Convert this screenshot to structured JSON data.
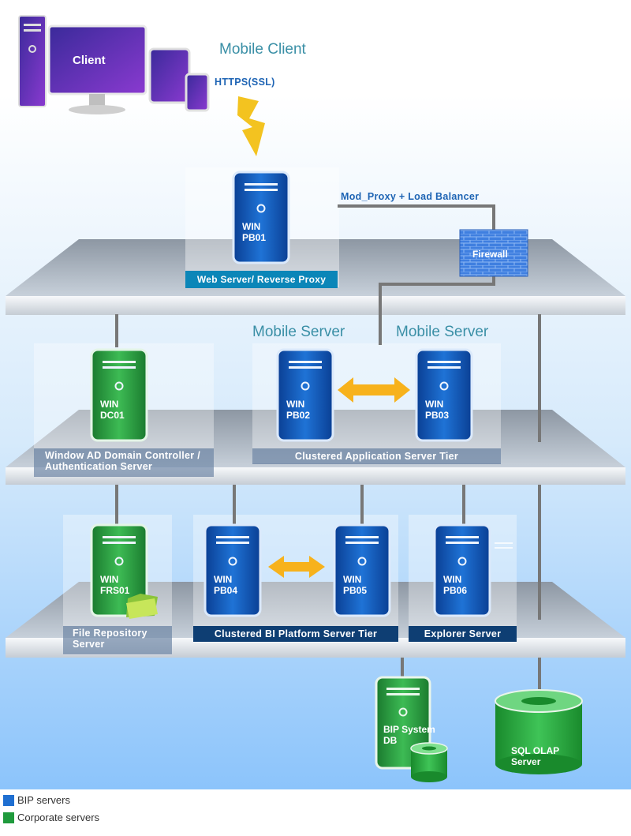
{
  "client": {
    "screen_label": "Client",
    "mobile_title": "Mobile Client",
    "protocol": "HTTPS(SSL)"
  },
  "web_tier": {
    "proxy_link": "Mod_Proxy + Load Balancer",
    "firewall_label": "Firewall",
    "label": "Web Server/ Reverse Proxy"
  },
  "app_tier": {
    "mobile_server_1": "Mobile Server",
    "mobile_server_2": "Mobile Server",
    "ad_label": "Window AD Domain Controller / Authentication Server",
    "cluster_label": "Clustered Application Server Tier"
  },
  "bi_tier": {
    "frs_label": "File Repository Server",
    "cluster_label": "Clustered BI Platform Server Tier",
    "explorer_label": "Explorer Server"
  },
  "servers": {
    "pb01": {
      "line1": "WIN",
      "line2": "PB01",
      "kind": "bip"
    },
    "dc01": {
      "line1": "WIN",
      "line2": "DC01",
      "kind": "corporate"
    },
    "pb02": {
      "line1": "WIN",
      "line2": "PB02",
      "kind": "bip"
    },
    "pb03": {
      "line1": "WIN",
      "line2": "PB03",
      "kind": "bip"
    },
    "frs01": {
      "line1": "WIN",
      "line2": "FRS01",
      "kind": "corporate"
    },
    "pb04": {
      "line1": "WIN",
      "line2": "PB04",
      "kind": "bip"
    },
    "pb05": {
      "line1": "WIN",
      "line2": "PB05",
      "kind": "bip"
    },
    "pb06": {
      "line1": "WIN",
      "line2": "PB06",
      "kind": "bip"
    }
  },
  "databases": {
    "bip_db": {
      "line1": "BIP System",
      "line2": "DB"
    },
    "olap": {
      "line1": "SQL OLAP",
      "line2": "Server"
    }
  },
  "legend": [
    {
      "label": "BIP servers",
      "color": "#1f6fd1",
      "icon": "blue-square-icon"
    },
    {
      "label": "Corporate servers",
      "color": "#1f9a3c",
      "icon": "green-square-icon"
    }
  ],
  "colors": {
    "bip_server": "#1562c8",
    "corporate_server": "#2ea043",
    "label_bar": "#0e3e73",
    "web_label_bar": "#0b86b8",
    "arrow": "#f7b21c",
    "title": "#3a8fa6",
    "link_text": "#1e64b4"
  }
}
